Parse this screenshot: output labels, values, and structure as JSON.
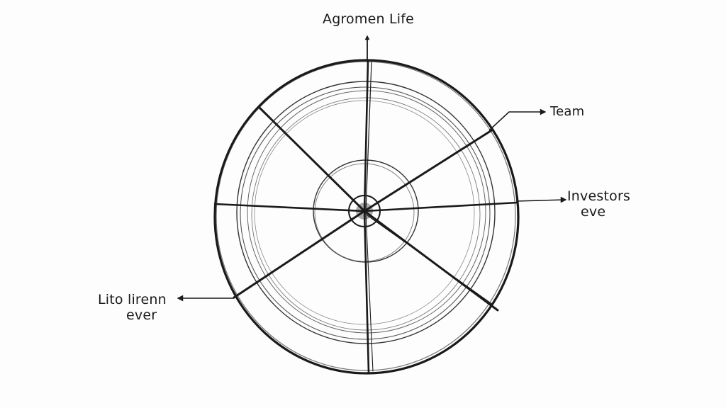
{
  "diagram": {
    "title": "Agromen Life",
    "labels": {
      "team": "Team",
      "investors_line1": "Investors",
      "investors_line2": "eve",
      "left_line1": "Lito lirenn",
      "left_line2": "ever"
    },
    "colors": {
      "ink": "#1a1a1a",
      "ink_light": "#555555",
      "background": "#fdfdfd"
    }
  }
}
